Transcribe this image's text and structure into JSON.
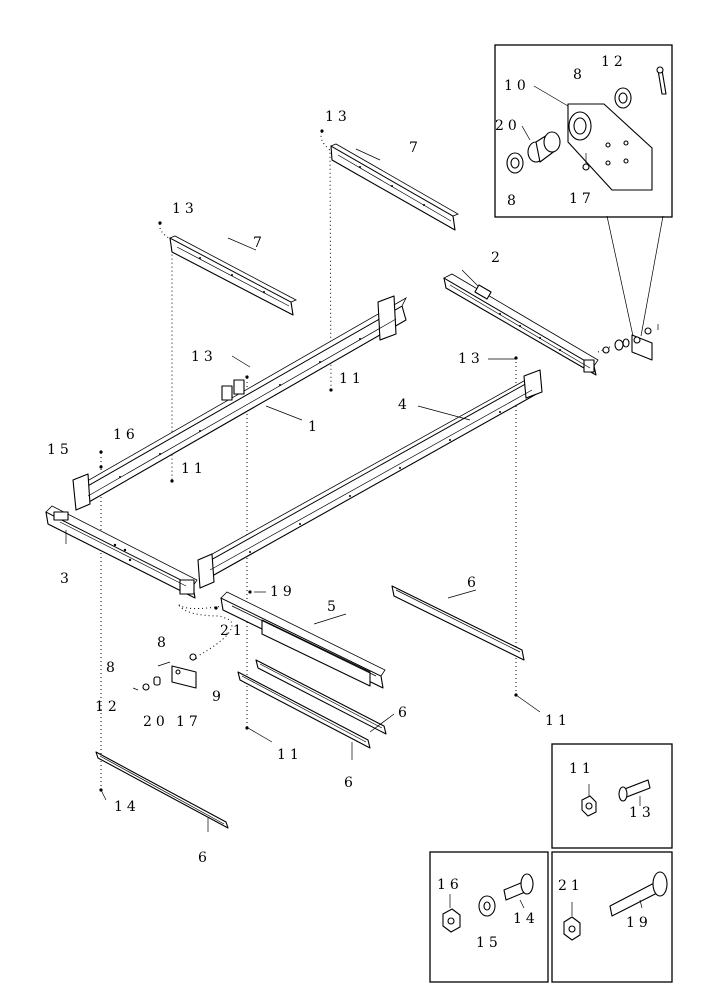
{
  "callouts": {
    "c1": "1",
    "c2": "2",
    "c3": "3",
    "c4": "4",
    "c5": "5",
    "c6a": "6",
    "c6b": "6",
    "c6c": "6",
    "c6d": "6",
    "c7a": "7",
    "c7b": "7",
    "c8a": "8",
    "c8b": "8",
    "c8c": "8",
    "c8d": "8",
    "c9": "9",
    "c10": "10",
    "c11a": "11",
    "c11b": "11",
    "c11c": "11",
    "c11d": "11",
    "c11e": "11",
    "c12a": "12",
    "c12b": "12",
    "c13a": "13",
    "c13b": "13",
    "c13c": "13",
    "c13d": "13",
    "c13e": "13",
    "c14a": "14",
    "c14b": "14",
    "c15a": "15",
    "c15b": "15",
    "c16a": "16",
    "c16b": "16",
    "c17a": "17",
    "c17b": "17",
    "c19a": "19",
    "c19b": "19",
    "c20a": "20",
    "c20b": "20",
    "c21a": "21",
    "c21b": "21"
  }
}
